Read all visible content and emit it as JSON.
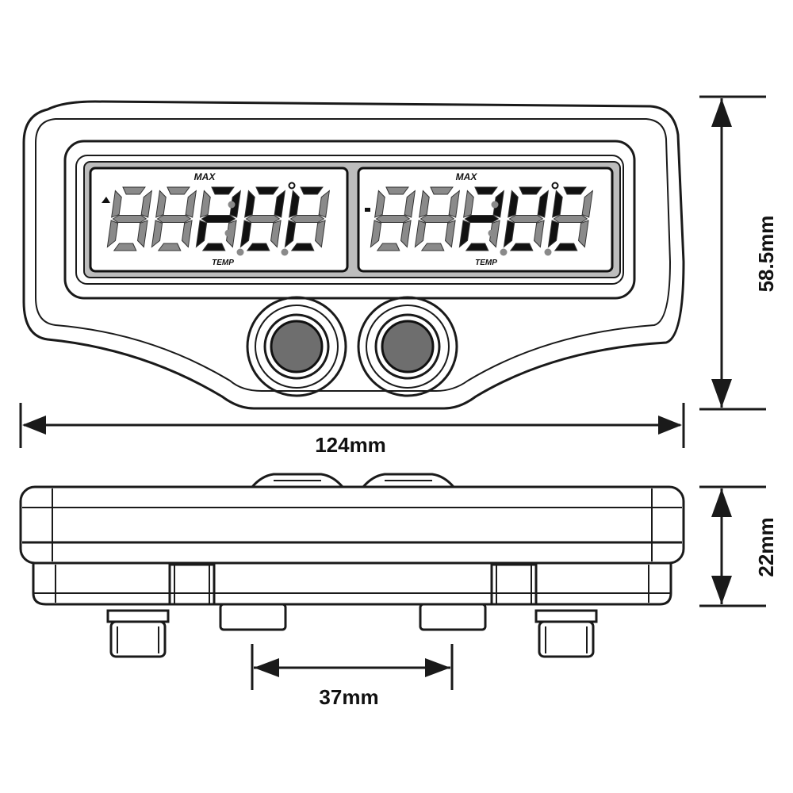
{
  "front_view": {
    "left_display": {
      "top_label": "MAX",
      "bottom_label": "TEMP"
    },
    "right_display": {
      "top_label": "MAX",
      "bottom_label": "TEMP"
    }
  },
  "dimensions": {
    "width": "124mm",
    "height": "58.5mm",
    "depth": "22mm",
    "mount_spacing": "37mm"
  },
  "colors": {
    "line": "#1a1a1a",
    "segment_on": "#111111",
    "segment_off": "#8a8a8a",
    "button": "#6e6e6e",
    "lcd_frame": "#bdbdbd"
  }
}
